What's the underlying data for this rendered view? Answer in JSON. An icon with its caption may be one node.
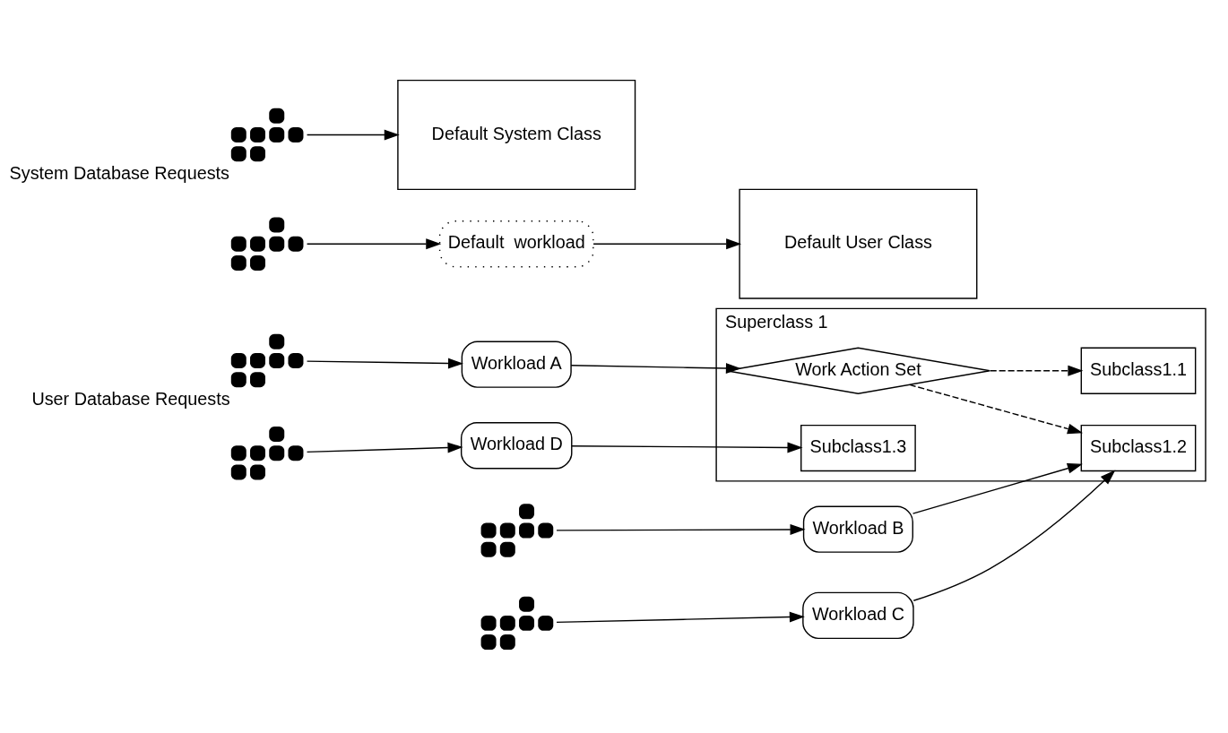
{
  "diagram": {
    "nodes": [
      {
        "text": [],
        "shape": "picture",
        "beside": [
          "User Database Requests"
        ]
      },
      {
        "text": [
          "Workload A"
        ]
      },
      {
        "text": [
          "Superclass 1"
        ]
      },
      {
        "text": [
          "Work Action Set"
        ],
        "in": 2
      },
      {
        "text": [
          "Subclass1.1"
        ],
        "in": 2
      },
      {
        "text": [
          "Subclass1.2"
        ],
        "in": 2
      },
      {
        "text": [
          "Subclass1.3"
        ],
        "in": 2
      },
      {
        "text": [],
        "shape": "picture"
      },
      {
        "text": [
          "Workload B"
        ]
      },
      {
        "text": [],
        "shape": "picture"
      },
      {
        "text": [
          "Workload C"
        ]
      },
      {
        "text": [],
        "shape": "picture"
      },
      {
        "text": [
          "Workload D"
        ]
      },
      {
        "text": [],
        "shape": "picture"
      },
      {
        "text": [
          "Default  workload"
        ]
      },
      {
        "text": [
          "Default User Class"
        ]
      },
      {
        "text": [],
        "shape": "picture",
        "beside": [
          "System Database Requests"
        ]
      },
      {
        "text": [
          "Default System Class"
        ]
      }
    ],
    "edges": [
      {
        "from": 0,
        "to": 1,
        "arrow": "to"
      },
      {
        "from": 1,
        "to": 3,
        "arrow": "to"
      },
      {
        "from": 3,
        "to": 4,
        "arrow": "to",
        "style": "dashed"
      },
      {
        "from": 3,
        "to": 5,
        "arrow": "to",
        "style": "dashed"
      },
      {
        "from": 7,
        "to": 8,
        "arrow": "to"
      },
      {
        "from": 8,
        "to": 5,
        "arrow": "to"
      },
      {
        "from": 9,
        "to": 10,
        "arrow": "to"
      },
      {
        "from": 10,
        "to": 5,
        "arrow": "to"
      },
      {
        "from": 11,
        "to": 12,
        "arrow": "to"
      },
      {
        "from": 12,
        "to": 6,
        "arrow": "to"
      },
      {
        "from": 13,
        "to": 14,
        "arrow": "to"
      },
      {
        "from": 14,
        "to": 15,
        "arrow": "to"
      },
      {
        "from": 16,
        "to": 17,
        "arrow": "to"
      }
    ]
  }
}
